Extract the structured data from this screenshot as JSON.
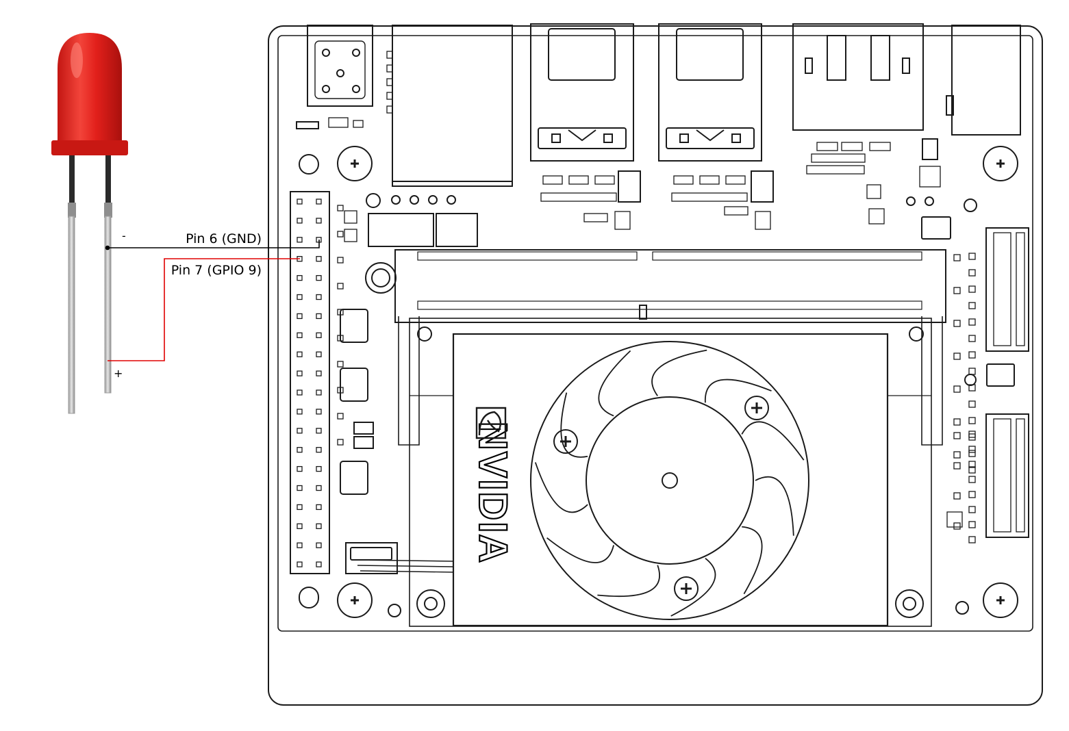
{
  "labels": {
    "pin_gnd": "Pin 6 (GND)",
    "pin_gpio": "Pin 7 (GPIO 9)",
    "minus": "-",
    "plus": "+"
  },
  "board": {
    "brand": "NVIDIA"
  },
  "colors": {
    "led_body": "#e8201c",
    "led_rim": "#c01512",
    "gnd_wire": "#000000",
    "gpio_wire": "#e00000",
    "outline": "#1a1a1a"
  }
}
